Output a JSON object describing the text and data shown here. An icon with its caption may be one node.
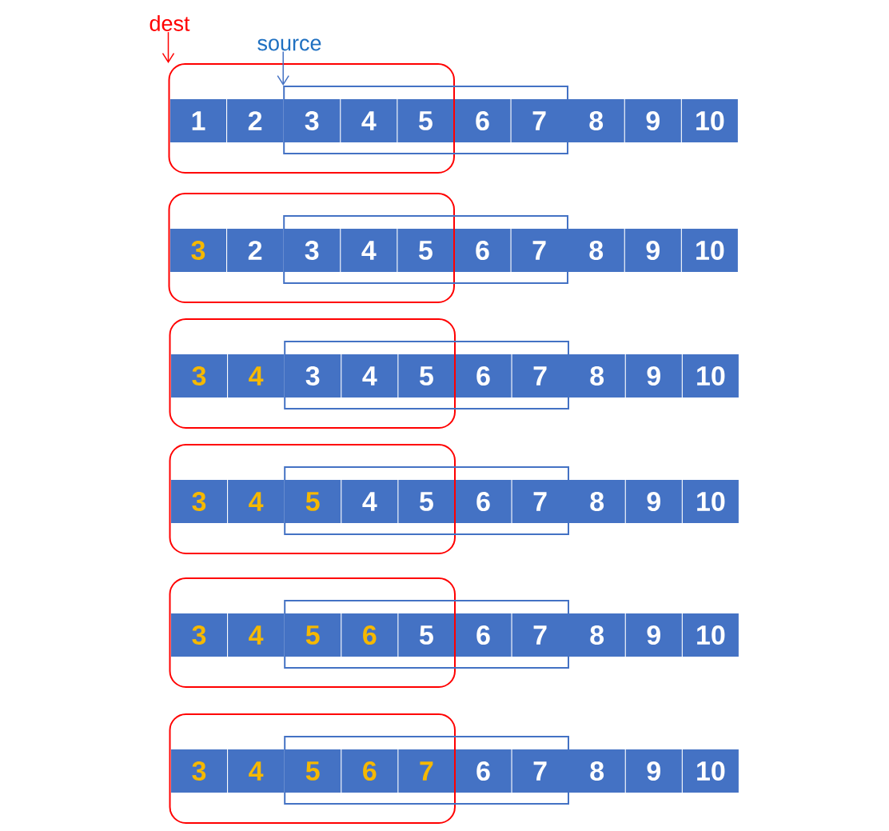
{
  "diagram": {
    "nodes": [
      {
        "text": [
          "dest"
        ]
      },
      {
        "text": [
          "source"
        ]
      },
      {
        "text": [],
        "shape": "box"
      },
      {
        "text": [],
        "shape": "box"
      },
      {
        "text": [
          "1"
        ],
        "in": 2
      },
      {
        "text": [
          "2"
        ],
        "in": 2
      },
      {
        "text": [
          "3"
        ]
      },
      {
        "text": [
          "4"
        ]
      },
      {
        "text": [
          "5"
        ]
      },
      {
        "text": [
          "6"
        ],
        "in": 3
      },
      {
        "text": [
          "7"
        ],
        "in": 3
      },
      {
        "text": [
          "8"
        ]
      },
      {
        "text": [
          "9"
        ]
      },
      {
        "text": [
          "10"
        ]
      },
      {
        "text": [],
        "shape": "box"
      },
      {
        "text": [],
        "shape": "box"
      },
      {
        "text": [
          "3"
        ],
        "in": 14
      },
      {
        "text": [
          "2"
        ],
        "in": 14
      },
      {
        "text": [
          "3"
        ]
      },
      {
        "text": [
          "4"
        ]
      },
      {
        "text": [
          "5"
        ]
      },
      {
        "text": [
          "6"
        ],
        "in": 15
      },
      {
        "text": [
          "7"
        ],
        "in": 15
      },
      {
        "text": [
          "8"
        ]
      },
      {
        "text": [
          "9"
        ]
      },
      {
        "text": [
          "10"
        ]
      },
      {
        "text": [],
        "shape": "box"
      },
      {
        "text": [],
        "shape": "box"
      },
      {
        "text": [
          "3"
        ],
        "in": 26
      },
      {
        "text": [
          "4"
        ],
        "in": 26
      },
      {
        "text": [
          "3"
        ]
      },
      {
        "text": [
          "4"
        ]
      },
      {
        "text": [
          "5"
        ]
      },
      {
        "text": [
          "6"
        ],
        "in": 27
      },
      {
        "text": [
          "7"
        ],
        "in": 27
      },
      {
        "text": [
          "8"
        ]
      },
      {
        "text": [
          "9"
        ]
      },
      {
        "text": [
          "10"
        ]
      },
      {
        "text": [],
        "shape": "box"
      },
      {
        "text": [],
        "shape": "box"
      },
      {
        "text": [
          "3"
        ],
        "in": 38
      },
      {
        "text": [
          "4"
        ],
        "in": 38
      },
      {
        "text": [
          "5"
        ]
      },
      {
        "text": [
          "4"
        ]
      },
      {
        "text": [
          "5"
        ]
      },
      {
        "text": [
          "6"
        ],
        "in": 39
      },
      {
        "text": [
          "7"
        ],
        "in": 39
      },
      {
        "text": [
          "8"
        ]
      },
      {
        "text": [
          "9"
        ]
      },
      {
        "text": [
          "10"
        ]
      },
      {
        "text": [],
        "shape": "box"
      },
      {
        "text": [],
        "shape": "box"
      },
      {
        "text": [
          "3"
        ],
        "in": 50
      },
      {
        "text": [
          "4"
        ],
        "in": 50
      },
      {
        "text": [
          "5"
        ]
      },
      {
        "text": [
          "6"
        ]
      },
      {
        "text": [
          "5"
        ]
      },
      {
        "text": [
          "6"
        ],
        "in": 51
      },
      {
        "text": [
          "7"
        ],
        "in": 51
      },
      {
        "text": [
          "8"
        ]
      },
      {
        "text": [
          "9"
        ]
      },
      {
        "text": [
          "10"
        ]
      },
      {
        "text": [],
        "shape": "box"
      },
      {
        "text": [],
        "shape": "box"
      },
      {
        "text": [
          "3"
        ],
        "in": 62
      },
      {
        "text": [
          "4"
        ],
        "in": 62
      },
      {
        "text": [
          "5"
        ]
      },
      {
        "text": [
          "6"
        ]
      },
      {
        "text": [
          "7"
        ]
      },
      {
        "text": [
          "6"
        ],
        "in": 63
      },
      {
        "text": [
          "7"
        ],
        "in": 63
      },
      {
        "text": [
          "8"
        ]
      },
      {
        "text": [
          "9"
        ]
      },
      {
        "text": [
          "10"
        ]
      }
    ],
    "edges": [
      {
        "from": 0,
        "to": 2,
        "arrow": "to",
        "color": "#ff0000"
      },
      {
        "from": 1,
        "to": 3,
        "arrow": "to",
        "color": "#4472c4"
      }
    ]
  }
}
